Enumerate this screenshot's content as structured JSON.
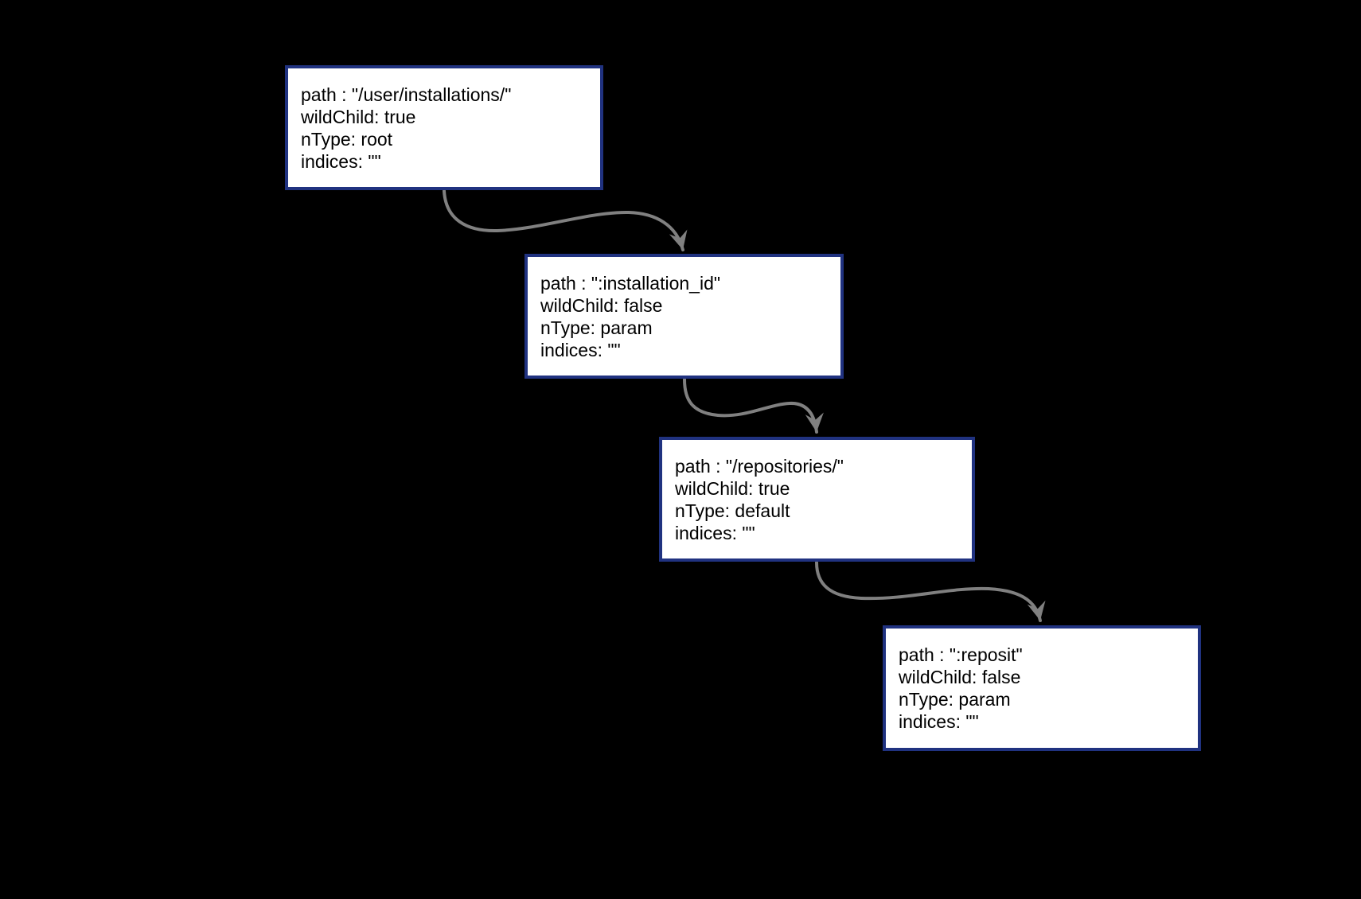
{
  "diagram": {
    "background_color": "#000000",
    "node_style": {
      "fill": "#ffffff",
      "border_color": "#203280",
      "text_color": "#000000"
    },
    "arrow_color": "#808080",
    "nodes": [
      {
        "id": "user-installations",
        "lines": [
          "path : \"/user/installations/\"",
          "wildChild: true",
          "nType: root",
          "indices: \"\""
        ]
      },
      {
        "id": "installation-id",
        "lines": [
          "path : \":installation_id\"",
          "wildChild: false",
          "nType: param",
          "indices: \"\""
        ]
      },
      {
        "id": "repositories",
        "lines": [
          "path : \"/repositories/\"",
          "wildChild: true",
          "nType: default",
          "indices: \"\""
        ]
      },
      {
        "id": "reposit",
        "lines": [
          "path : \":reposit\"",
          "wildChild: false",
          "nType: param",
          "indices: \"\""
        ]
      }
    ],
    "edges": [
      {
        "from": "user-installations",
        "to": "installation-id"
      },
      {
        "from": "installation-id",
        "to": "repositories"
      },
      {
        "from": "repositories",
        "to": "reposit"
      }
    ]
  }
}
